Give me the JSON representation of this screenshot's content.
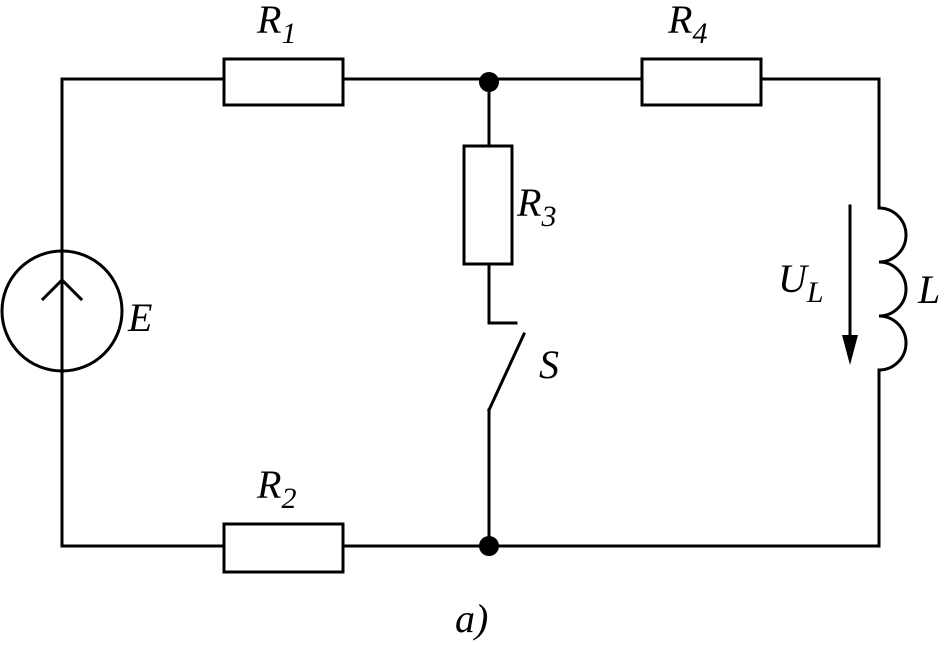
{
  "caption": "a)",
  "components": {
    "r1": {
      "letter": "R",
      "sub": "1"
    },
    "r2": {
      "letter": "R",
      "sub": "2"
    },
    "r3": {
      "letter": "R",
      "sub": "3"
    },
    "r4": {
      "letter": "R",
      "sub": "4"
    },
    "source": {
      "letter": "E"
    },
    "switch": {
      "letter": "S"
    },
    "inductor": {
      "letter": "L"
    },
    "voltage": {
      "letter": "U",
      "sub": "L"
    }
  }
}
